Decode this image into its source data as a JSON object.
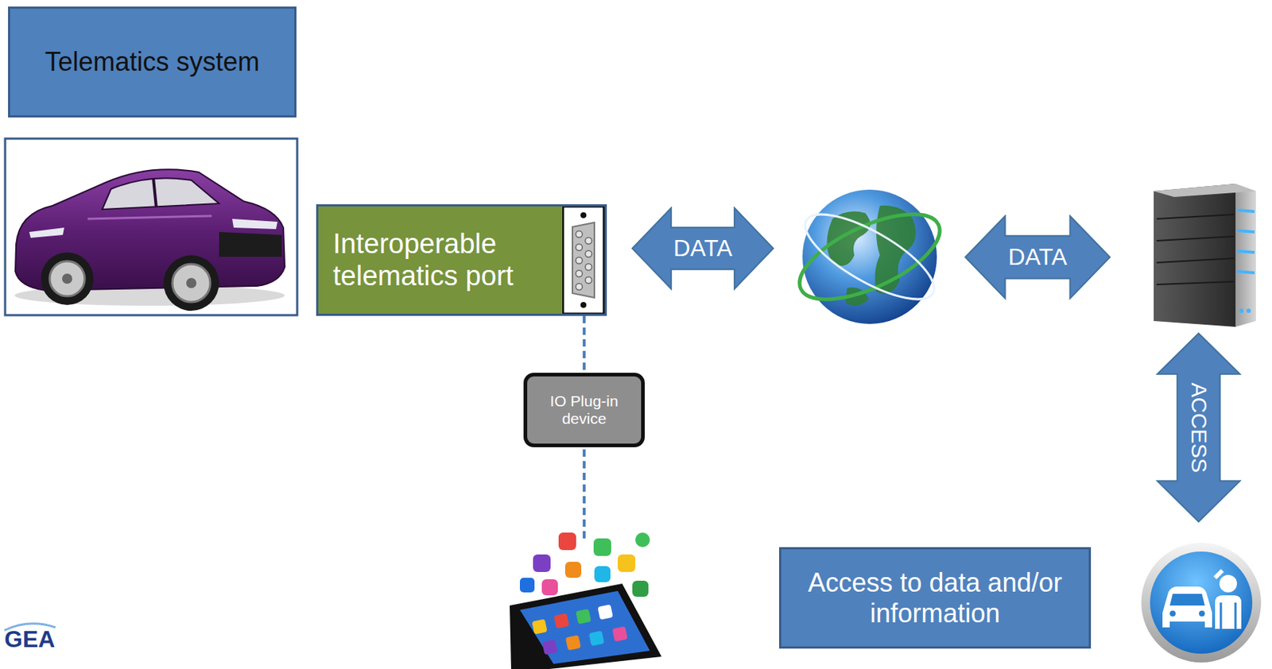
{
  "diagram": {
    "nodes": [
      {
        "text": [
          "Telematics system"
        ]
      },
      {
        "text": [
          "Interoperable telematics port"
        ]
      },
      {
        "text": [
          "DATA"
        ]
      },
      {
        "text": [
          "DATA"
        ]
      },
      {
        "text": [
          "ACCESS"
        ]
      },
      {
        "text": [
          "IO Plug-in device"
        ]
      },
      {
        "text": [
          "Access to data and/or information"
        ]
      }
    ],
    "edges": [
      {
        "from": 1,
        "to": 5,
        "arrow": "none"
      }
    ],
    "labels": [
      "GEA"
    ]
  }
}
